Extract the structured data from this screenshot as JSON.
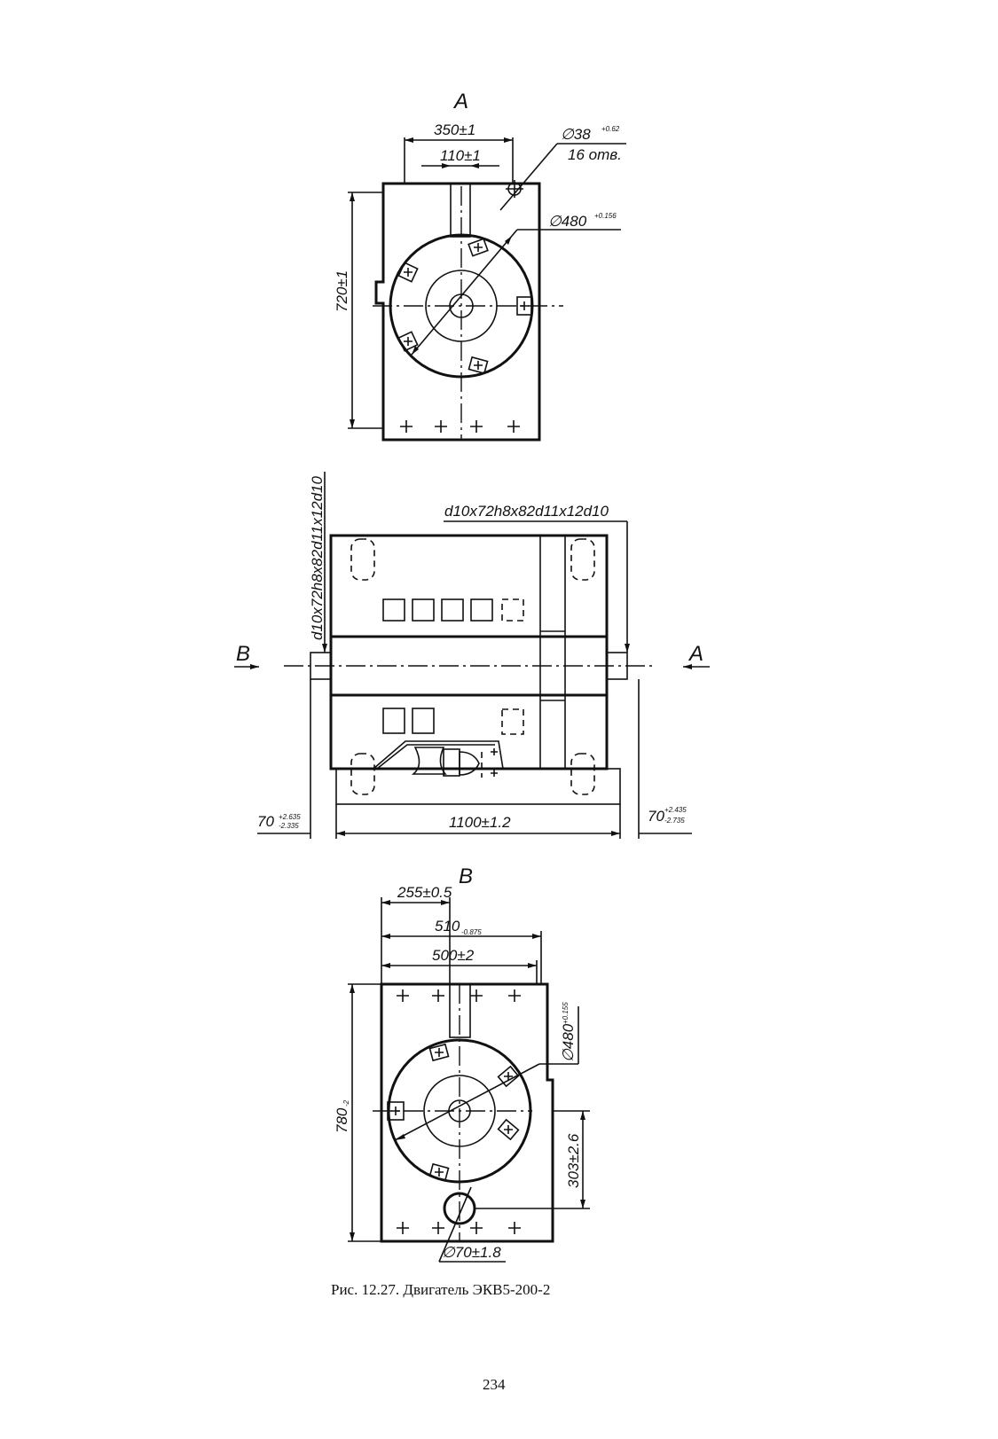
{
  "views": {
    "top": {
      "label": "A",
      "dim_width": "350±1",
      "dim_shaft": "110±1",
      "dim_height": "720±1",
      "hole_dia": "∅38",
      "hole_dia_tol": "+0.62",
      "hole_count": "16 отв.",
      "bore_dia": "∅480",
      "bore_dia_tol": "+0.156"
    },
    "side": {
      "spline_left": "d10x72h8x82d11x12d10",
      "spline_right": "d10x72h8x82d11x12d10",
      "arrow_left_label": "B",
      "arrow_right_label": "A",
      "dim_overall": "1100±1.2",
      "dim_left_base": "70",
      "dim_left_up": "+2.635",
      "dim_left_low": "-2.335",
      "dim_right_base": "70",
      "dim_right_up": "+2.435",
      "dim_right_low": "-2.735"
    },
    "bottom": {
      "label": "B",
      "dim_half": "255±0.5",
      "dim_width1_base": "510",
      "dim_width1_tol": "-0.875",
      "dim_width2": "500±2",
      "dim_height_base": "780",
      "dim_height_tol": "-2",
      "bore_dia": "∅480",
      "bore_dia_tol": "+0.155",
      "dim_offset": "303±2.6",
      "hole_dia": "∅70±1.8"
    }
  },
  "caption": "Рис. 12.27. Двигатель ЭКВ5-200-2",
  "page_number": "234"
}
